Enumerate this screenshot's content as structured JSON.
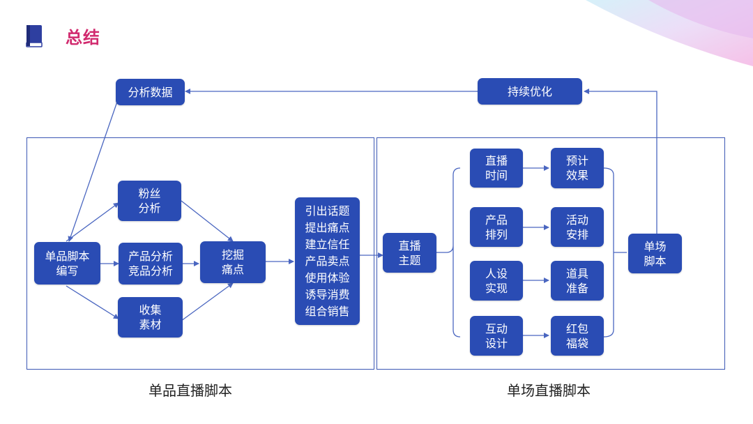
{
  "slide": {
    "title": "总结"
  },
  "colors": {
    "node": "#2a4cb4",
    "line": "#4a66c0",
    "title": "#d12a6e",
    "panel_border": "#3b57b4"
  },
  "icons": {
    "title_icon": "book-icon"
  },
  "nodes": {
    "analyze_data": "分析数据",
    "optimize": "持续优化",
    "product_script": "单品脚本\n编写",
    "fans_analysis": "粉丝\n分析",
    "product_analysis": "产品分析\n竞品分析",
    "collect_material": "收集\n素材",
    "dig_pain": "挖掘\n痛点",
    "content_steps": "引出话题\n提出痛点\n建立信任\n产品卖点\n使用体验\n诱导消费\n组合销售",
    "live_theme": "直播\n主题",
    "live_time": "直播\n时间",
    "expected_effect": "预计\n效果",
    "product_order": "产品\n排列",
    "activity_plan": "活动\n安排",
    "persona": "人设\n实现",
    "props": "道具\n准备",
    "interaction": "互动\n设计",
    "red_packet": "红包\n福袋",
    "session_script": "单场\n脚本"
  },
  "panels": {
    "left_label": "单品直播脚本",
    "right_label": "单场直播脚本"
  }
}
